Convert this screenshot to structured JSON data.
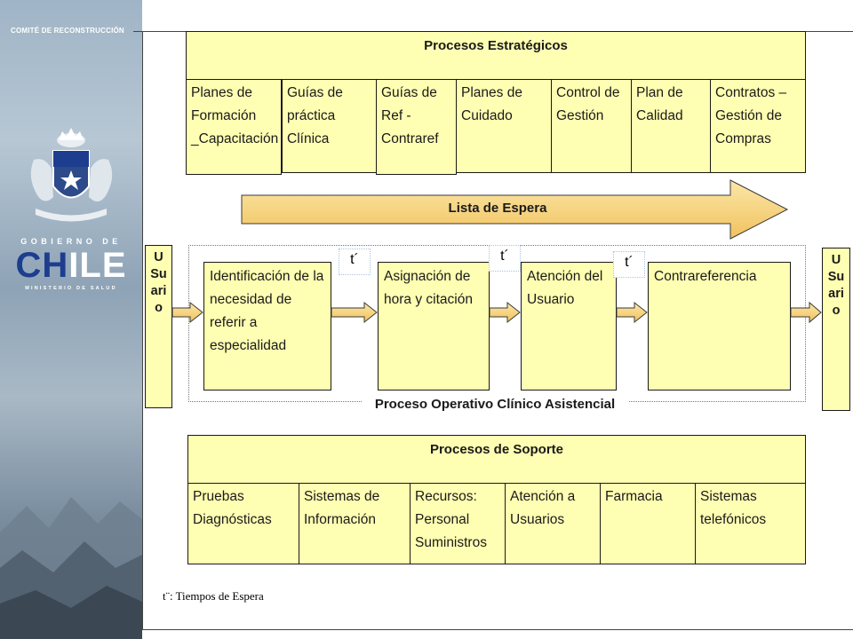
{
  "header": {
    "committee": "COMITÉ DE RECONSTRUCCIÓN"
  },
  "logo": {
    "line1": "GOBIERNO DE",
    "wordmark_left": "CH",
    "wordmark_right": "ILE",
    "line3": "MINISTERIO DE SALUD",
    "icon": "chile-coat-of-arms-icon"
  },
  "strategic": {
    "title": "Procesos Estratégicos",
    "items": [
      "Planes de Formación _Capacitación",
      "Guías de práctica Clínica",
      "Guías de Ref - Contraref",
      "Planes de Cuidado",
      "Control de Gestión",
      "Plan de Calidad",
      "Contratos – Gestión de Compras"
    ]
  },
  "waitlist": {
    "label": "Lista de Espera"
  },
  "operative": {
    "user_left": "USuario",
    "user_right": "USuario",
    "steps": [
      "Identificación de la necesidad de referir a especialidad",
      "Asignación de hora y citación",
      "Atención del Usuario",
      "Contrareferencia"
    ],
    "t_labels": [
      "t´",
      "t´",
      "t´"
    ],
    "label": "Proceso Operativo Clínico Asistencial"
  },
  "support": {
    "title": "Procesos de Soporte",
    "items": [
      "Pruebas Diagnósticas",
      "Sistemas de Información",
      "Recursos: Personal Suministros",
      "Atención a Usuarios",
      "Farmacia",
      "Sistemas telefónicos"
    ]
  },
  "footnote": "t¨: Tiempos de Espera",
  "colors": {
    "box_fill": "#ffffb3",
    "arrow_fill": "#f6d27a",
    "sidebar": "#9fb4c6"
  }
}
